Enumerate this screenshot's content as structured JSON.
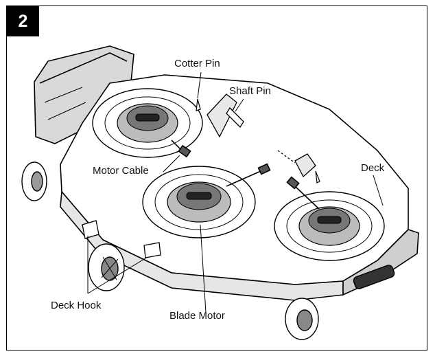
{
  "step": "2",
  "callouts": {
    "cotter_pin": "Cotter Pin",
    "shaft_pin": "Shaft Pin",
    "motor_cable": "Motor Cable",
    "deck": "Deck",
    "deck_hook": "Deck Hook",
    "blade_motor": "Blade Motor"
  },
  "colors": {
    "line": "#000000",
    "shade": "#c8c8c8",
    "dark": "#555555"
  }
}
